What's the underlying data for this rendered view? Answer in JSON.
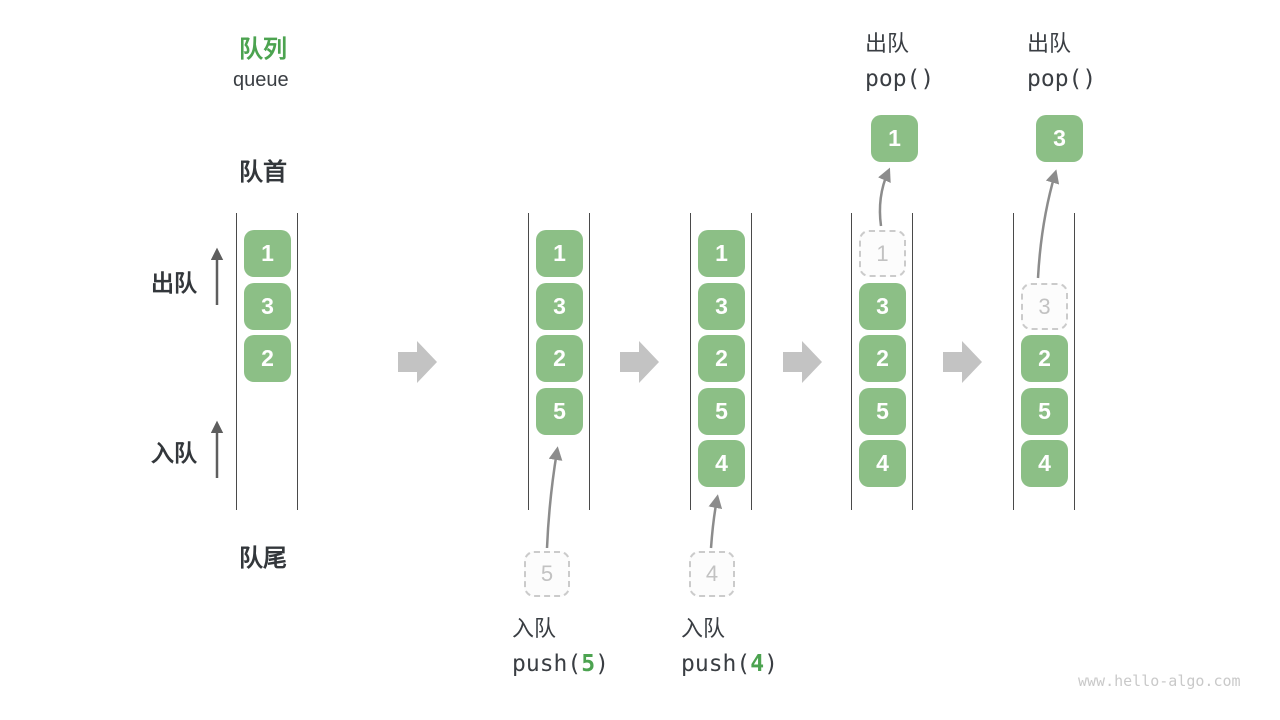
{
  "title": {
    "zh": "队列",
    "en": "queue"
  },
  "labels": {
    "front": "队首",
    "rear": "队尾",
    "dequeue_side": "出队",
    "enqueue_side": "入队"
  },
  "watermark": "www.hello-algo.com",
  "colors": {
    "box_green": "#8CBF86",
    "text_green": "#4CA350",
    "text_dark": "#3A3E43",
    "text_darker": "#33373B",
    "wall": "#4A4A4A",
    "ghost_border": "#CBCBCB",
    "ghost_text": "#C2C2C2",
    "ghost_bg": "#FCFCFC",
    "block_arrow": "#C3C3C3",
    "thin_arrow": "#8C8C8C",
    "side_arrow": "#5E5E5E",
    "watermark": "#C9C9C9"
  },
  "diagram": {
    "columns": [
      {
        "name": "state-initial",
        "slots": [
          {
            "v": "1",
            "style": "green"
          },
          {
            "v": "3",
            "style": "green"
          },
          {
            "v": "2",
            "style": "green"
          }
        ]
      },
      {
        "name": "state-push-5",
        "slots": [
          {
            "v": "1",
            "style": "green"
          },
          {
            "v": "3",
            "style": "green"
          },
          {
            "v": "2",
            "style": "green"
          },
          {
            "v": "5",
            "style": "green"
          }
        ],
        "pending": "5",
        "op": {
          "action": "入队",
          "code_pre": "push(",
          "arg": "5",
          "code_post": ")"
        }
      },
      {
        "name": "state-push-4",
        "slots": [
          {
            "v": "1",
            "style": "green"
          },
          {
            "v": "3",
            "style": "green"
          },
          {
            "v": "2",
            "style": "green"
          },
          {
            "v": "5",
            "style": "green"
          },
          {
            "v": "4",
            "style": "green"
          }
        ],
        "pending": "4",
        "op": {
          "action": "入队",
          "code_pre": "push(",
          "arg": "4",
          "code_post": ")"
        }
      },
      {
        "name": "state-pop-1",
        "slots": [
          {
            "v": "1",
            "style": "ghost"
          },
          {
            "v": "3",
            "style": "green"
          },
          {
            "v": "2",
            "style": "green"
          },
          {
            "v": "5",
            "style": "green"
          },
          {
            "v": "4",
            "style": "green"
          }
        ],
        "popped": "1",
        "op": {
          "action": "出队",
          "code": "pop()"
        }
      },
      {
        "name": "state-pop-3",
        "slots": [
          null,
          {
            "v": "3",
            "style": "ghost"
          },
          {
            "v": "2",
            "style": "green"
          },
          {
            "v": "5",
            "style": "green"
          },
          {
            "v": "4",
            "style": "green"
          }
        ],
        "popped": "3",
        "op": {
          "action": "出队",
          "code": "pop()"
        }
      }
    ]
  }
}
